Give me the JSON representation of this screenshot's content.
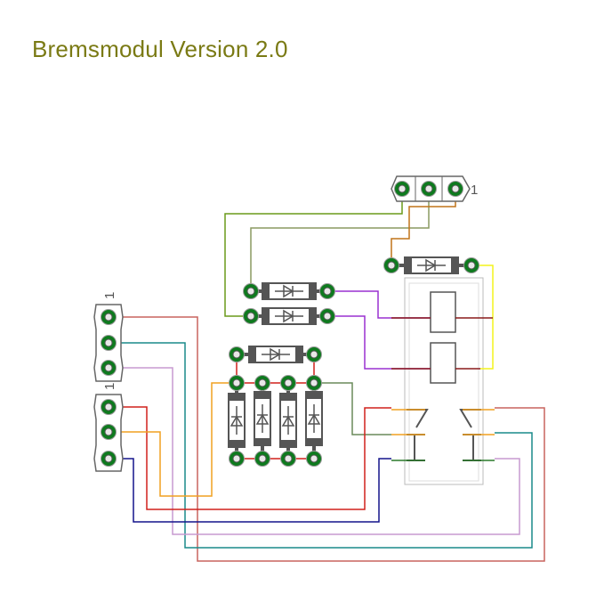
{
  "title": "Bremsmodul Version 2.0",
  "pin_labels": {
    "header_top": "1",
    "connector_a": "1",
    "connector_b": "1"
  },
  "colors": {
    "title": "#7a7a14",
    "pad_green": "#0e7a1e",
    "component_gray": "#555555",
    "wire_red": "#d0201c",
    "wire_salmon": "#c8645e",
    "wire_teal": "#1a8a8a",
    "wire_lilac": "#c79ad0",
    "wire_orange": "#f0a020",
    "wire_navy": "#14148c",
    "wire_olive": "#6a9a1a",
    "wire_sage": "#8a9a60",
    "wire_brown": "#c07418",
    "wire_yellow": "#f4f41c",
    "wire_purple": "#9a30d0",
    "wire_maroon": "#8a1a1a",
    "wire_darkgreen": "#2a7a2a",
    "wire_gray_green": "#6a8a5a"
  }
}
